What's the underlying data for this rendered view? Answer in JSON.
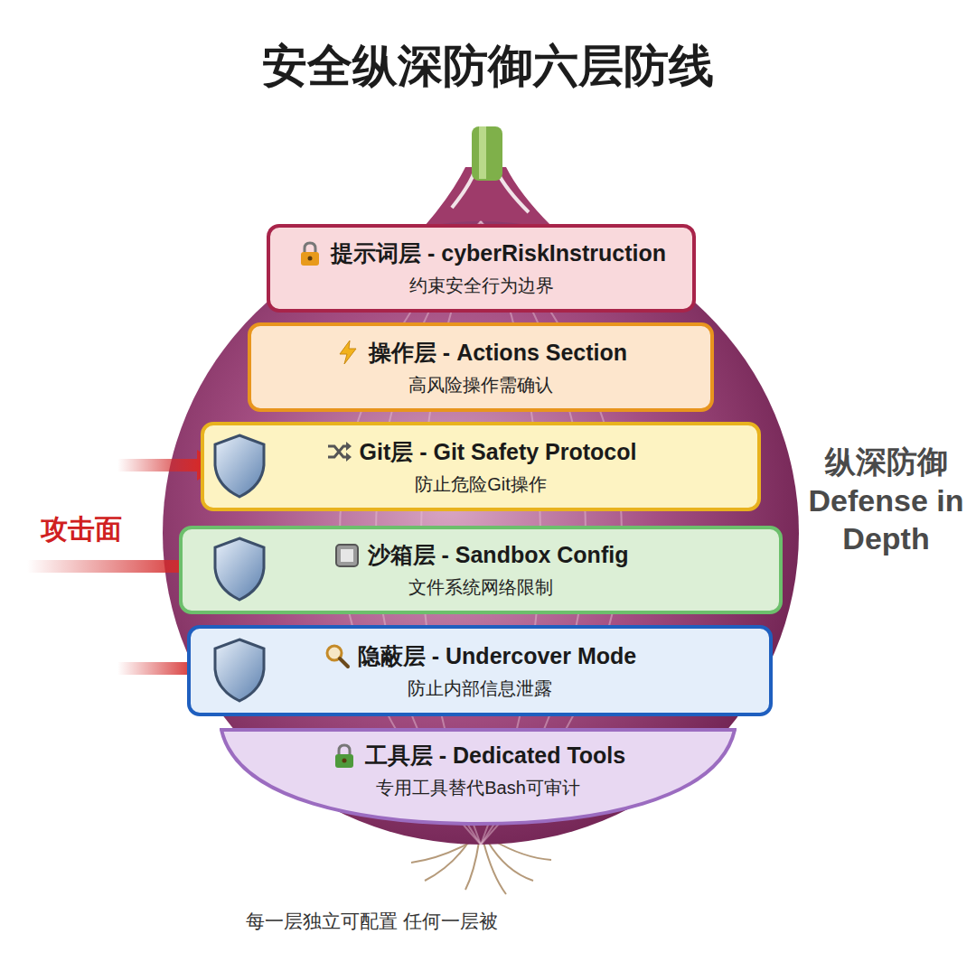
{
  "diagram": {
    "title": "安全纵深防御六层防线",
    "caption": "每一层独立可配置 任何一层被",
    "nodes": [
      {
        "text": [
          "提示词层 - cyberRiskInstruction",
          "约束安全行为边界"
        ]
      },
      {
        "text": [
          "操作层 - Actions Section",
          "高风险操作需确认"
        ]
      },
      {
        "text": [
          "Git层 - Git Safety Protocol",
          "防止危险Git操作"
        ]
      },
      {
        "text": [
          "沙箱层 - Sandbox Config",
          "文件系统网络限制"
        ]
      },
      {
        "text": [
          "隐蔽层 - Undercover Mode",
          "防止内部信息泄露"
        ]
      },
      {
        "text": [
          "工具层 - Dedicated Tools",
          "专用工具替代Bash可审计"
        ]
      }
    ],
    "labels": [
      "攻击面",
      "纵深防御 Defense in Depth"
    ]
  }
}
